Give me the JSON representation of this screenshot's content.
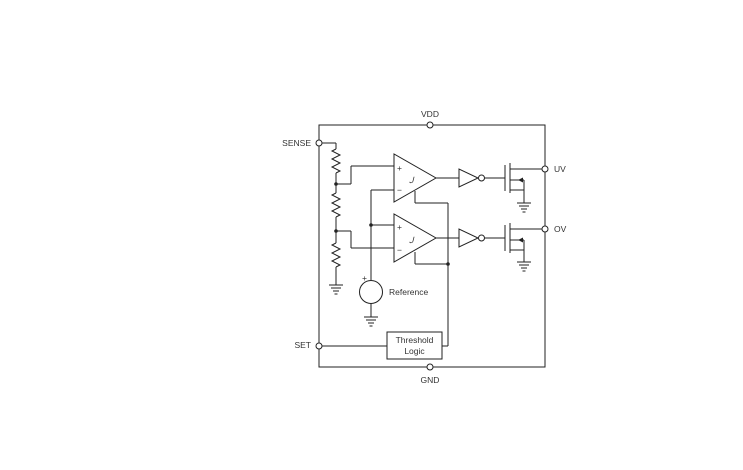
{
  "pins": {
    "vdd": "VDD",
    "gnd": "GND",
    "sense": "SENSE",
    "set": "SET",
    "uv": "UV",
    "ov": "OV"
  },
  "blocks": {
    "reference": "Reference",
    "threshold_line1": "Threshold",
    "threshold_line2": "Logic"
  },
  "symbols": {
    "plus": "+",
    "minus": "−",
    "hysteresis": "Ｊ"
  }
}
